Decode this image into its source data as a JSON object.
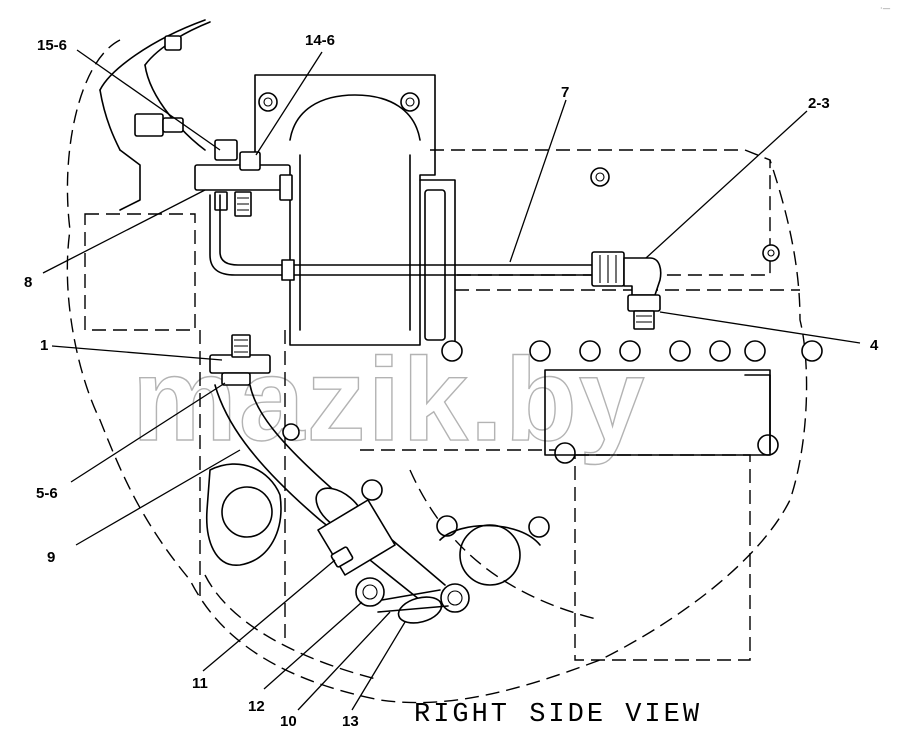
{
  "title": "RIGHT SIDE VIEW",
  "watermark": "mazik.by",
  "corner_mark": "·—",
  "callouts": [
    {
      "id": "15-6"
    },
    {
      "id": "14-6"
    },
    {
      "id": "7"
    },
    {
      "id": "2-3"
    },
    {
      "id": "8"
    },
    {
      "id": "4"
    },
    {
      "id": "1"
    },
    {
      "id": "5-6"
    },
    {
      "id": "9"
    },
    {
      "id": "11"
    },
    {
      "id": "12"
    },
    {
      "id": "10"
    },
    {
      "id": "13"
    }
  ]
}
